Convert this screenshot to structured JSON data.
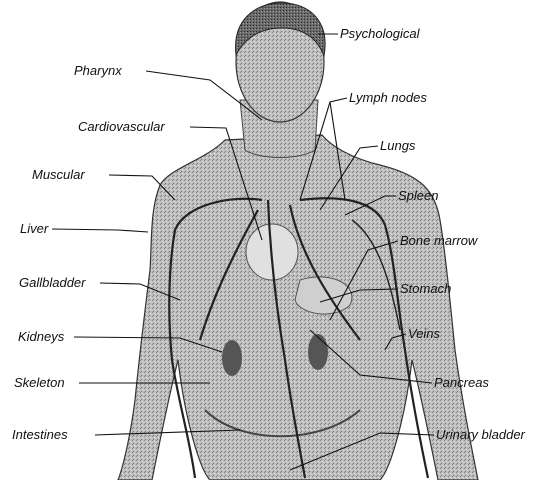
{
  "figure": {
    "labels": {
      "psychological": "Psychological",
      "pharynx": "Pharynx",
      "lymph_nodes": "Lymph nodes",
      "cardiovascular": "Cardiovascular",
      "lungs": "Lungs",
      "muscular": "Muscular",
      "spleen": "Spleen",
      "liver": "Liver",
      "bone_marrow": "Bone marrow",
      "gallbladder": "Gallbladder",
      "stomach": "Stomach",
      "kidneys": "Kidneys",
      "veins": "Veins",
      "skeleton": "Skeleton",
      "pancreas": "Pancreas",
      "intestines": "Intestines",
      "urinary_bladder": "Urinary bladder"
    }
  }
}
